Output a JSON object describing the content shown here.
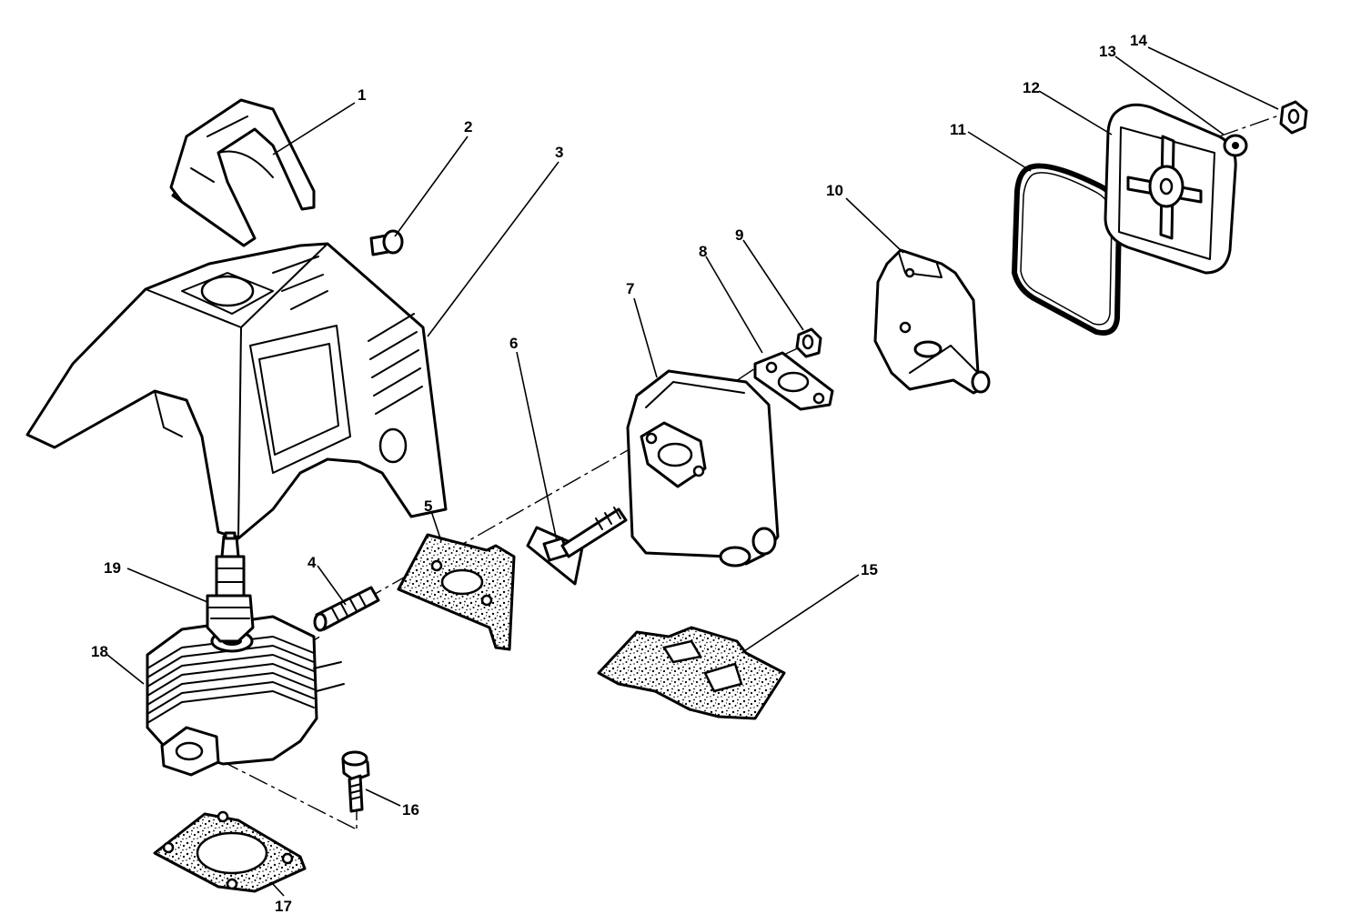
{
  "diagram": {
    "parts": [
      {
        "id": "1",
        "name": "handle-bracket"
      },
      {
        "id": "2",
        "name": "shoulder-screw"
      },
      {
        "id": "3",
        "name": "cylinder-shroud"
      },
      {
        "id": "4",
        "name": "stud"
      },
      {
        "id": "5",
        "name": "muffler-gasket-plate"
      },
      {
        "id": "6",
        "name": "muffler-bolt"
      },
      {
        "id": "7",
        "name": "muffler"
      },
      {
        "id": "8",
        "name": "exhaust-gasket"
      },
      {
        "id": "9",
        "name": "nut"
      },
      {
        "id": "10",
        "name": "spark-arrestor-cover"
      },
      {
        "id": "11",
        "name": "air-filter-gasket"
      },
      {
        "id": "12",
        "name": "air-filter-cover"
      },
      {
        "id": "13",
        "name": "washer"
      },
      {
        "id": "14",
        "name": "hex-nut"
      },
      {
        "id": "15",
        "name": "heat-shield-gasket"
      },
      {
        "id": "16",
        "name": "socket-head-screw"
      },
      {
        "id": "17",
        "name": "cylinder-base-gasket"
      },
      {
        "id": "18",
        "name": "cylinder"
      },
      {
        "id": "19",
        "name": "spark-plug"
      }
    ],
    "labels": {
      "l1": "1",
      "l2": "2",
      "l3": "3",
      "l4": "4",
      "l5": "5",
      "l6": "6",
      "l7": "7",
      "l8": "8",
      "l9": "9",
      "l10": "10",
      "l11": "11",
      "l12": "12",
      "l13": "13",
      "l14": "14",
      "l15": "15",
      "l16": "16",
      "l17": "17",
      "l18": "18",
      "l19": "19"
    }
  }
}
